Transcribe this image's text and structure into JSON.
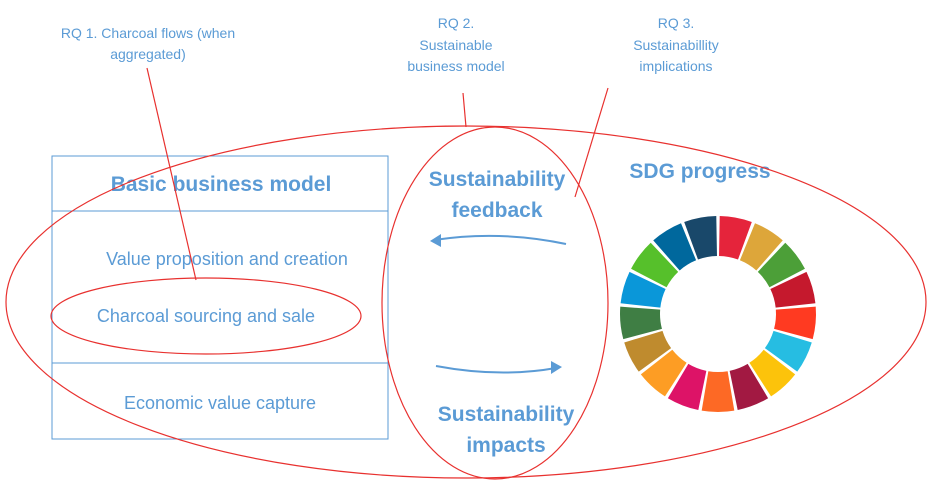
{
  "research_questions": {
    "rq1": {
      "line1": "RQ 1. Charcoal flows (when",
      "line2": "aggregated)"
    },
    "rq2": {
      "line1": "RQ 2.",
      "line2": "Sustainable",
      "line3": "business model"
    },
    "rq3": {
      "line1": "RQ 3.",
      "line2": "Sustainabillity",
      "line3": "implications"
    }
  },
  "business_model": {
    "title": "Basic business model",
    "value_proposition": "Value proposition and creation",
    "charcoal": "Charcoal sourcing and sale",
    "economic": "Economic value capture"
  },
  "feedback": {
    "line1": "Sustainability",
    "line2": "feedback"
  },
  "impacts": {
    "line1": "Sustainability",
    "line2": "impacts"
  },
  "sdg": {
    "title": "SDG progress",
    "segment_colors": [
      "#e5243b",
      "#dda63a",
      "#4c9f38",
      "#c5192d",
      "#ff3a21",
      "#26bde2",
      "#fcc30b",
      "#a21942",
      "#fd6925",
      "#dd1367",
      "#fd9d24",
      "#bf8b2e",
      "#3f7e44",
      "#0a97d9",
      "#56c02b",
      "#00689d",
      "#19486a"
    ]
  },
  "colors": {
    "accent": "#5b9bd5",
    "outline": "#e8312f"
  }
}
